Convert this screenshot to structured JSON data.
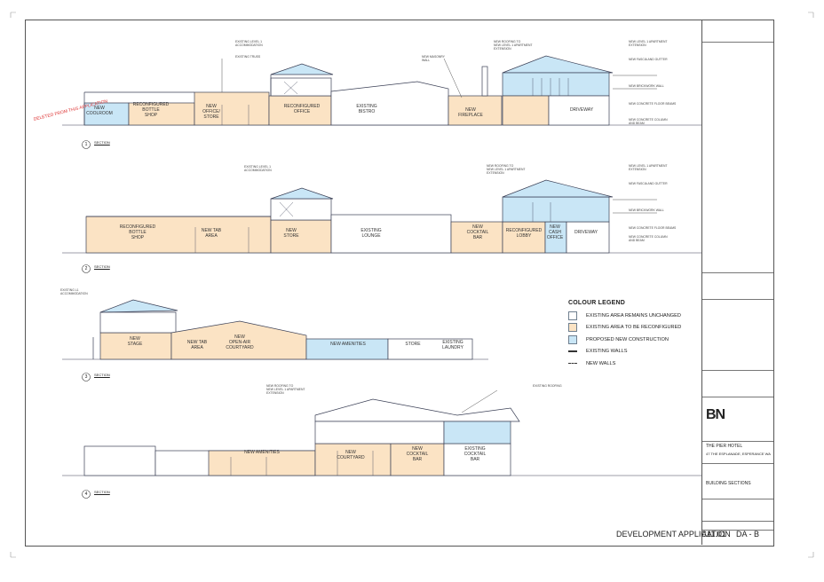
{
  "drawing": {
    "footer_left": "DEVELOPMENT APPLICATION",
    "drawing_number": "A11.01",
    "stage": "DA",
    "separator": "-",
    "revision": "B",
    "title": "BUILDING SECTIONS",
    "project_name": "THE PIER HOTEL",
    "project_address": "47 THE ESPLANADE, ESPERANCE WA",
    "architect_logo": "BN",
    "deleted_note": "DELETED FROM THIS APPLICATION"
  },
  "legend": {
    "title": "COLOUR LEGEND",
    "items": [
      {
        "label": "EXISTING AREA REMAINS UNCHANGED",
        "swatch": "#ffffff"
      },
      {
        "label": "EXISTING AREA TO BE RECONFIGURED",
        "swatch": "#fbe3c4"
      },
      {
        "label": "PROPOSED NEW CONSTRUCTION",
        "swatch": "#c9e6f6"
      },
      {
        "label": "EXISTING WALLS",
        "swatch": "line"
      },
      {
        "label": "NEW WALLS",
        "swatch": "dash"
      }
    ]
  },
  "colors": {
    "reconfigured": "#fbe3c4",
    "new": "#c9e6f6",
    "line": "#3a3f55"
  },
  "sections": [
    {
      "label": "SECTION",
      "number": "1",
      "rooms": [
        "NEW\nCOOLROOM",
        "RECONFIGURED\nBOTTLE\nSHOP",
        "NEW\nOFFICE/\nSTORE",
        "RECONFIGURED\nOFFICE",
        "EXISTING\nBISTRO",
        "NEW\nFIREPLACE",
        "DRIVEWAY"
      ],
      "callouts": [
        "EXISTING LEVEL 1\nACCOMMODATION",
        "EXISTING TRUSS",
        "NEW ROOFING TO\nNEW LEVEL 1 APARTMENT\nEXTENSION",
        "NEW MASONRY\nWALL",
        "NEW LEVEL 1 APARTMENT\nEXTENSION",
        "NEW FASCIA AND GUTTER",
        "NEW BRICKWORK WALL",
        "NEW CONCRETE FLOOR BEAMS",
        "NEW CONCRETE COLUMN\nAND BEAM"
      ]
    },
    {
      "label": "SECTION",
      "number": "2",
      "rooms": [
        "RECONFIGURED\nBOTTLE\nSHOP",
        "NEW TAB\nAREA",
        "NEW\nSTORE",
        "EXISTING\nLOUNGE",
        "NEW\nCOCKTAIL\nBAR",
        "RECONFIGURED\nLOBBY",
        "NEW\nCASH\nOFFICE",
        "DRIVEWAY"
      ],
      "callouts": [
        "EXISTING LEVEL 1\nACCOMMODATION",
        "NEW ROOFING TO\nNEW LEVEL 1 APARTMENT\nEXTENSION",
        "NEW LEVEL 1 APARTMENT\nEXTENSION",
        "NEW FASCIA AND GUTTER",
        "NEW BRICKWORK WALL",
        "NEW CONCRETE FLOOR BEAMS",
        "NEW CONCRETE COLUMN\nAND BEAM"
      ]
    },
    {
      "label": "SECTION",
      "number": "3",
      "rooms": [
        "NEW\nSTAGE",
        "NEW TAB\nAREA",
        "NEW\nOPEN-AIR\nCOURTYARD",
        "NEW AMENITIES",
        "STORE",
        "EXISTING\nLAUNDRY"
      ],
      "callouts": [
        "EXISTING L1\nACCOMMODATION"
      ]
    },
    {
      "label": "SECTION",
      "number": "4",
      "rooms": [
        "NEW AMENITIES",
        "NEW\nCOURTYARD",
        "NEW\nCOCKTAIL\nBAR",
        "EXISTING\nCOCKTAIL\nBAR"
      ],
      "callouts": [
        "NEW ROOFING TO\nNEW LEVEL 1 APARTMENT\nEXTENSION",
        "EXISTING ROOFING"
      ]
    }
  ]
}
